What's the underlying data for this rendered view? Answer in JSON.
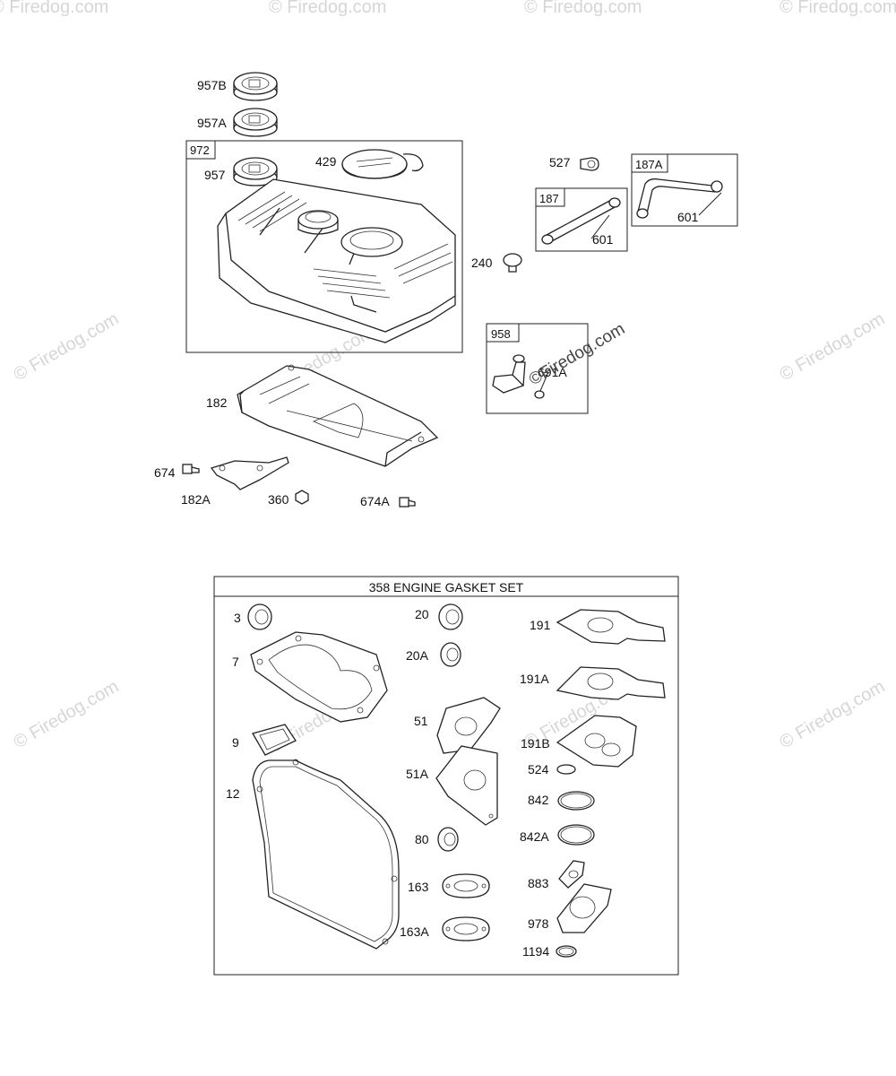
{
  "watermark": {
    "text": "© Firedog.com",
    "overlay": "©Firedog.com"
  },
  "fuel_tank": {
    "box_972": "972",
    "box_187": "187",
    "box_187a": "187A",
    "box_958": "958",
    "labels": {
      "p957b": "957B",
      "p957a": "957A",
      "p957": "957",
      "p429": "429",
      "p527": "527",
      "p240": "240",
      "p601a": "601",
      "p601b": "601",
      "p691a": "691A",
      "p182": "182",
      "p674": "674",
      "p182a": "182A",
      "p360": "360",
      "p674a": "674A"
    }
  },
  "gasket_set": {
    "title": "358 ENGINE GASKET SET",
    "labels": {
      "p3": "3",
      "p7": "7",
      "p9": "9",
      "p12": "12",
      "p20": "20",
      "p20a": "20A",
      "p51": "51",
      "p51a": "51A",
      "p80": "80",
      "p163": "163",
      "p163a": "163A",
      "p191": "191",
      "p191a": "191A",
      "p191b": "191B",
      "p524": "524",
      "p842": "842",
      "p842a": "842A",
      "p883": "883",
      "p978": "978",
      "p1194": "1194"
    }
  }
}
